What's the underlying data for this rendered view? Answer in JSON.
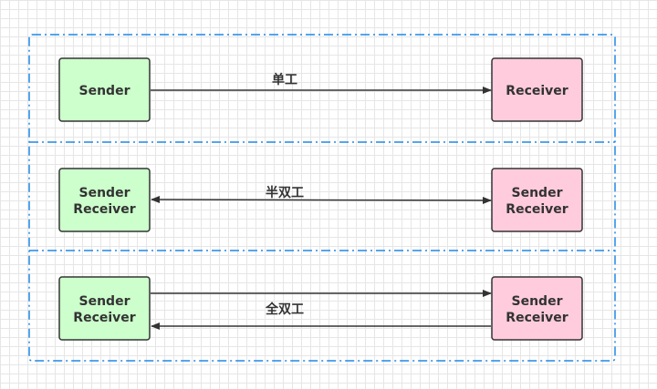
{
  "colors": {
    "sender_fill": "#ccffcc",
    "receiver_fill": "#ffccdd",
    "node_border": "#333333",
    "frame_border": "#1e88e5",
    "edge": "#333333"
  },
  "rows": [
    {
      "edge_label": "单工",
      "left_lines": [
        "Sender"
      ],
      "right_lines": [
        "Receiver"
      ]
    },
    {
      "edge_label": "半双工",
      "left_lines": [
        "Sender",
        "Receiver"
      ],
      "right_lines": [
        "Sender",
        "Receiver"
      ]
    },
    {
      "edge_label": "全双工",
      "left_lines": [
        "Sender",
        "Receiver"
      ],
      "right_lines": [
        "Sender",
        "Receiver"
      ]
    }
  ]
}
